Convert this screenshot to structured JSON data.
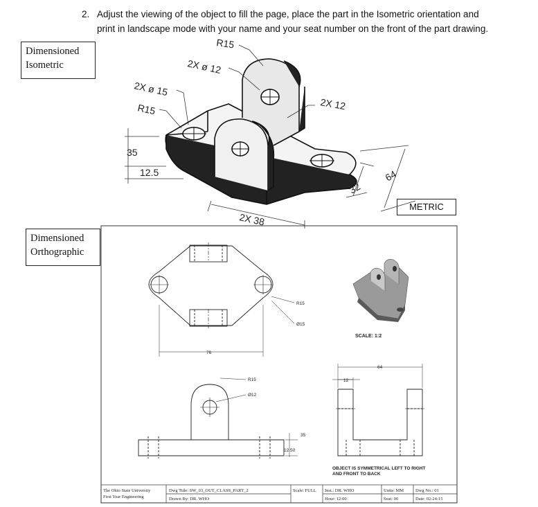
{
  "instructions": {
    "number": "2.",
    "line1": "Adjust the viewing of the object to fill the page, place the part in the Isometric orientation and",
    "line2": "print in landscape mode with your name and your seat number on the front of the part drawing."
  },
  "labels": {
    "iso_line1": "Dimensioned",
    "iso_line2": "Isometric",
    "ortho_line1": "Dimensioned",
    "ortho_line2": "Orthographic",
    "metric": "METRIC"
  },
  "iso_dims": {
    "r15_top": "R15",
    "holes_12": "2X ø 12",
    "holes_15": "2X ø 15",
    "r15_left": "R15",
    "two_x_12": "2X 12",
    "d35": "35",
    "d12_5": "12.5",
    "d64": "64",
    "d32": "32",
    "two_x_38": "2X 38"
  },
  "ortho_dims": {
    "r15": "R15",
    "d15": "Ø15",
    "d76": "76",
    "r15_front": "R15",
    "d12_front": "Ø12",
    "d35": "35",
    "d12_50": "12.50",
    "d64": "64",
    "d12_side": "12",
    "scale": "SCALE: 1:2",
    "note_line1": "OBJECT IS SYMMETRICAL LEFT TO RIGHT",
    "note_line2": "AND FRONT TO BACK"
  },
  "title_block": {
    "university": "The Ohio State University",
    "program": "First Year Engineering",
    "dwg_title": "Dwg Title: SW_03_OUT_CLASS_PART_2",
    "drawn_by": "Drawn By: DR. WHO",
    "scale": "Scale: FULL",
    "inst": "Inst.: DR. WHO",
    "hour": "Hour: 12:00",
    "units": "Units: MM",
    "seat": "Seat: 00",
    "dwg_no": "Dwg No.: 01",
    "date": "Date: 02-24-15"
  }
}
